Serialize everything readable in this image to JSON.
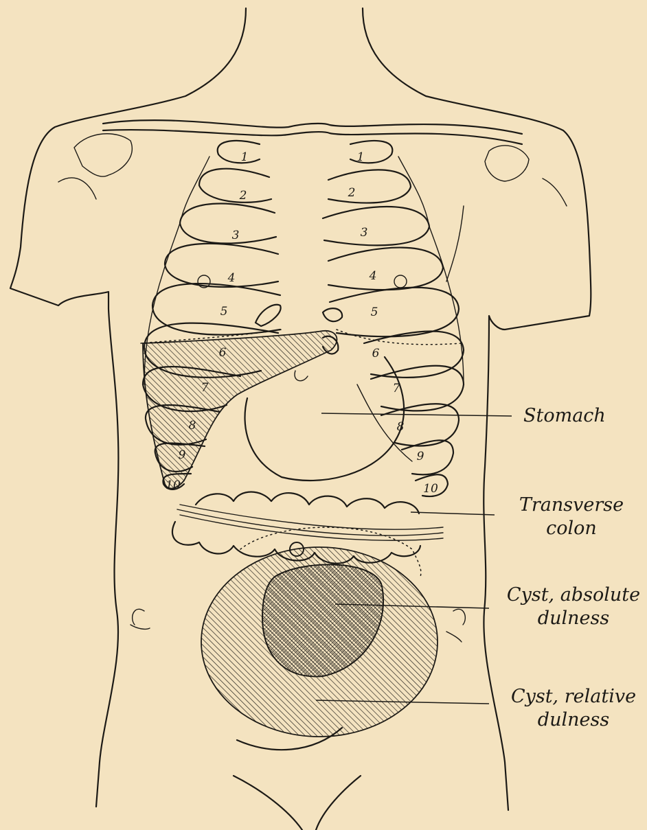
{
  "colors": {
    "paper": "#f4e3c0",
    "ink": "#1c1a16"
  },
  "labels": {
    "stomach": "Stomach",
    "transverse_colon": [
      "Transverse",
      "colon"
    ],
    "cyst_absolute": [
      "Cyst, absolute",
      "dulness"
    ],
    "cyst_relative": [
      "Cyst, relative",
      "dulness"
    ]
  },
  "ribs": {
    "right_numbers": [
      "1",
      "2",
      "3",
      "4",
      "5",
      "6",
      "7",
      "8",
      "9",
      "10"
    ],
    "left_numbers": [
      "1",
      "2",
      "3",
      "4",
      "5",
      "6",
      "7",
      "8",
      "9",
      "10"
    ]
  }
}
